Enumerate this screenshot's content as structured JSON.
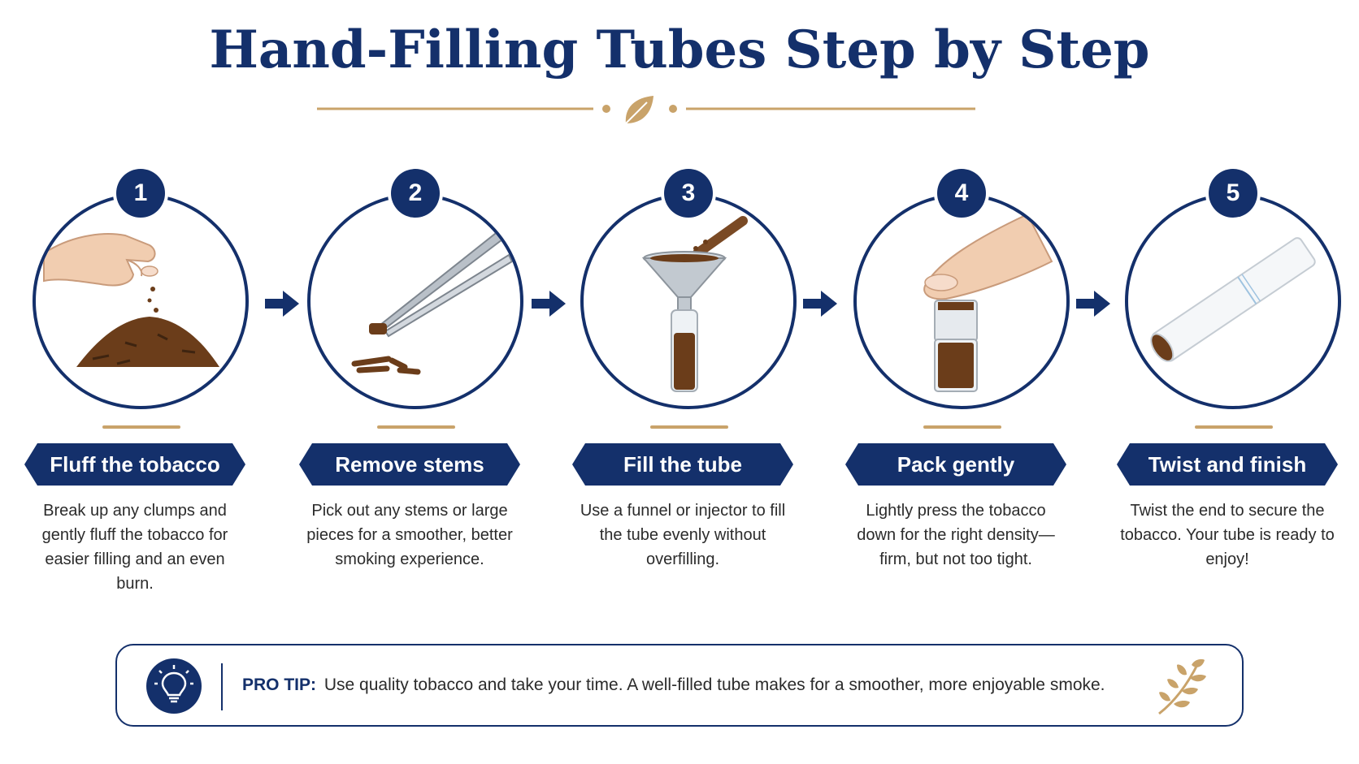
{
  "title": "Hand-Filling Tubes Step by Step",
  "colors": {
    "navy": "#14306b",
    "gold": "#c9a36a",
    "tobacco": "#6b3d1a"
  },
  "steps": [
    {
      "number": "1",
      "title": "Fluff the tobacco",
      "description": "Break up any clumps and gently fluff the tobacco for easier filling and an even burn.",
      "icon": "hand-sprinkling-tobacco-icon"
    },
    {
      "number": "2",
      "title": "Remove stems",
      "description": "Pick out any stems or large pieces for a smoother, better smoking experience.",
      "icon": "tweezers-icon"
    },
    {
      "number": "3",
      "title": "Fill the tube",
      "description": "Use a funnel or injector to fill the tube evenly without overfilling.",
      "icon": "funnel-tube-icon"
    },
    {
      "number": "4",
      "title": "Pack gently",
      "description": "Lightly press the tobacco down for the right density—firm, but not too tight.",
      "icon": "finger-press-icon"
    },
    {
      "number": "5",
      "title": "Twist and finish",
      "description": "Twist the end to secure the tobacco. Your tube is ready to enjoy!",
      "icon": "finished-tube-icon"
    }
  ],
  "tip": {
    "label": "PRO TIP:",
    "text": "Use quality tobacco and take your time. A well-filled tube makes for a smoother, more enjoyable smoke.",
    "icon": "lightbulb-icon",
    "decor_icon": "laurel-icon"
  }
}
